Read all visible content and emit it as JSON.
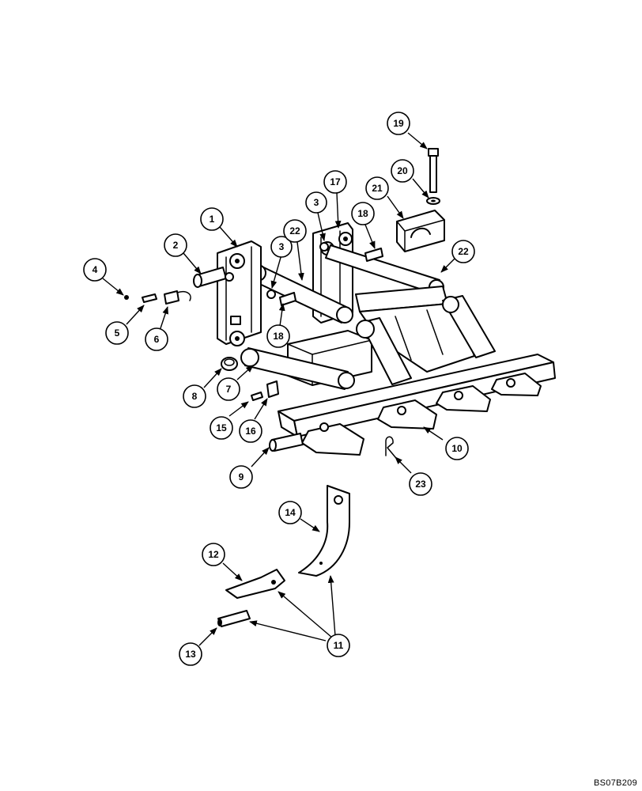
{
  "drawing_code": "BS07B209",
  "callouts": [
    {
      "id": "c1",
      "label": "1"
    },
    {
      "id": "c2",
      "label": "2"
    },
    {
      "id": "c3a",
      "label": "3"
    },
    {
      "id": "c3b",
      "label": "3"
    },
    {
      "id": "c4",
      "label": "4"
    },
    {
      "id": "c5",
      "label": "5"
    },
    {
      "id": "c6",
      "label": "6"
    },
    {
      "id": "c7",
      "label": "7"
    },
    {
      "id": "c8",
      "label": "8"
    },
    {
      "id": "c9",
      "label": "9"
    },
    {
      "id": "c10",
      "label": "10"
    },
    {
      "id": "c11",
      "label": "11"
    },
    {
      "id": "c12",
      "label": "12"
    },
    {
      "id": "c13",
      "label": "13"
    },
    {
      "id": "c14",
      "label": "14"
    },
    {
      "id": "c15",
      "label": "15"
    },
    {
      "id": "c16",
      "label": "16"
    },
    {
      "id": "c17",
      "label": "17"
    },
    {
      "id": "c18a",
      "label": "18"
    },
    {
      "id": "c18b",
      "label": "18"
    },
    {
      "id": "c19",
      "label": "19"
    },
    {
      "id": "c20",
      "label": "20"
    },
    {
      "id": "c21",
      "label": "21"
    },
    {
      "id": "c22a",
      "label": "22"
    },
    {
      "id": "c22b",
      "label": "22"
    },
    {
      "id": "c23",
      "label": "23"
    }
  ]
}
